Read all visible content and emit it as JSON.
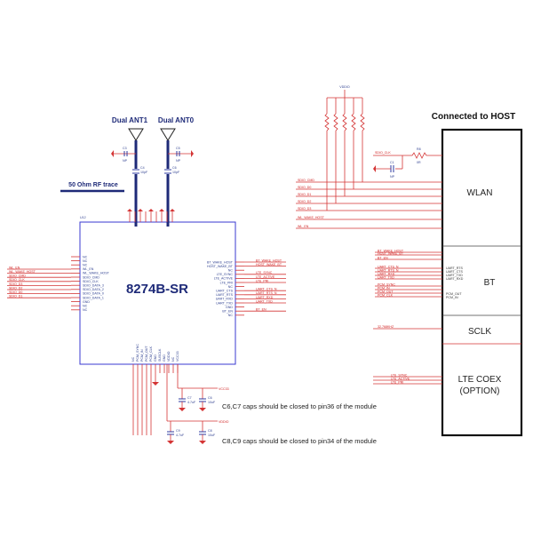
{
  "module": {
    "ref": "U12",
    "name": "8274B-SR",
    "left_pins": [
      "NC",
      "NC",
      "NC",
      "WL_EN",
      "WL_WAKE_HOST",
      "SDIO_CMD",
      "SDIO_CLK",
      "SDIO_DATA_3",
      "SDIO_DATA_2",
      "SDIO_DATA_0",
      "SDIO_DATA_1",
      "GND",
      "NC",
      "NC"
    ],
    "right_pins": [
      "BT_WAKE_HOST",
      "HOST_WAKE_BT",
      "NC",
      "LTE_SYNC",
      "LTE_ACTIVE",
      "LTE_PRI",
      "NC",
      "UART_CTS",
      "UART_RTS",
      "UART_RXD",
      "UART_TXD",
      "GND",
      "BT_EN",
      "NC"
    ],
    "left_nets": [
      "WL_EN",
      "WL_WAKE_HOST",
      "SDIO_CMD",
      "SDIO_CLK",
      "SDIO_D3",
      "SDIO_D2",
      "SDIO_D0",
      "SDIO_D1"
    ],
    "right_nets": [
      "BT_WAKE_HOST",
      "HOST_WAKE_BT",
      "LTE_SYNC",
      "LTE_ACTIVE",
      "LTE_PRI",
      "UART_CTS_N",
      "UART_RTS_N",
      "UART_RXD",
      "UART_TXD",
      "BT_EN"
    ],
    "bottom_pins": [
      "NC",
      "PCM_SYNC",
      "PCM_IN",
      "PCM_OUT",
      "PCM_CLK",
      "GND",
      "SUSCLK",
      "GND",
      "VDDIO",
      "NC",
      "VCC33"
    ]
  },
  "antennas": {
    "ant1": "Dual ANT1",
    "ant0": "Dual ANT0",
    "rf_trace": "50 Ohm RF trace",
    "caps": [
      "C3",
      "NP",
      "C4",
      "10pF",
      "C5",
      "NP",
      "C6",
      "10pF"
    ]
  },
  "power": {
    "vddio_top": "VDDIO",
    "vcc33": "VCC33",
    "vddio": "VDDIO",
    "caps_33": [
      "C7",
      "4.7uF",
      "C6",
      "10uF"
    ],
    "caps_io": [
      "C9",
      "4.7uF",
      "C8",
      "10uF"
    ],
    "note_33": "C6,C7 caps should be closed to pin36 of the module",
    "note_io": "C8,C9 caps should be closed to pin34 of the module"
  },
  "host": {
    "title": "Connected to HOST",
    "sections": {
      "wlan": "WLAN",
      "bt": "BT",
      "sclk": "SCLK",
      "lte1": "LTE COEX",
      "lte2": "(OPTION)"
    },
    "bt_pins": [
      "UART_RTS",
      "UART_CTS",
      "UART_TXD",
      "UART_RXD",
      "PCM_OUT",
      "PCM_IN"
    ],
    "wlan_nets": [
      "SDIO_CMD",
      "SDIO_D0",
      "SDIO_D1",
      "SDIO_D2",
      "SDIO_D3",
      "WL_WAKE_HOST",
      "WL_EN"
    ],
    "sdio_clk": "SDIO_CLK",
    "r8": "R8",
    "r8_val": "0R",
    "c1": "C1",
    "c1_val": "NP",
    "bt_nets": [
      "BT_WAKE_HOST",
      "HOST_WAKE_BT",
      "BT_EN",
      "UART_CTS_N",
      "UART_RTS_N",
      "UART_RXD",
      "UART_TXD",
      "PCM_SYNC",
      "PCM_IN",
      "PCM_OUT",
      "PCM_CLK"
    ],
    "sclk_net": "32.768KHZ",
    "lte_nets": [
      "LTE_SYNC",
      "LTE_ACTIVE",
      "LTE_PRI"
    ]
  },
  "colors": {
    "net": "#d43434",
    "component": "#2d3aa0",
    "host_border": "#111111"
  }
}
